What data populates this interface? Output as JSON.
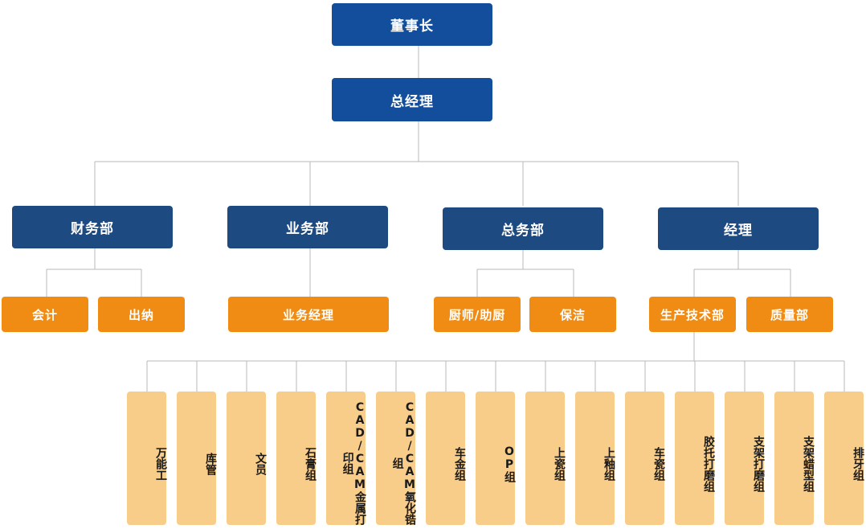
{
  "chairman": "董事长",
  "general_manager": "总经理",
  "departments": [
    {
      "label": "财务部",
      "children": [
        "会计",
        "出纳"
      ]
    },
    {
      "label": "业务部",
      "children": [
        "业务经理"
      ]
    },
    {
      "label": "总务部",
      "children": [
        "厨师/助厨",
        "保洁"
      ]
    },
    {
      "label": "经理",
      "children": [
        "生产技术部",
        "质量部"
      ]
    }
  ],
  "production_groups": [
    "万能工",
    "库管",
    "文员",
    "石膏组",
    "CAD/CAM金属打印组",
    "CAD/CAM氧化锆组",
    "车金组",
    "OP组",
    "上瓷组",
    "上釉组",
    "车瓷组",
    "胶托打磨组",
    "支架打磨组",
    "支架蜡型组",
    "排牙组"
  ],
  "colors": {
    "top": "#134e9c",
    "department": "#1e4a82",
    "team": "#f08c14",
    "group": "#f8cd8a",
    "connector": "#b8b8b8"
  }
}
